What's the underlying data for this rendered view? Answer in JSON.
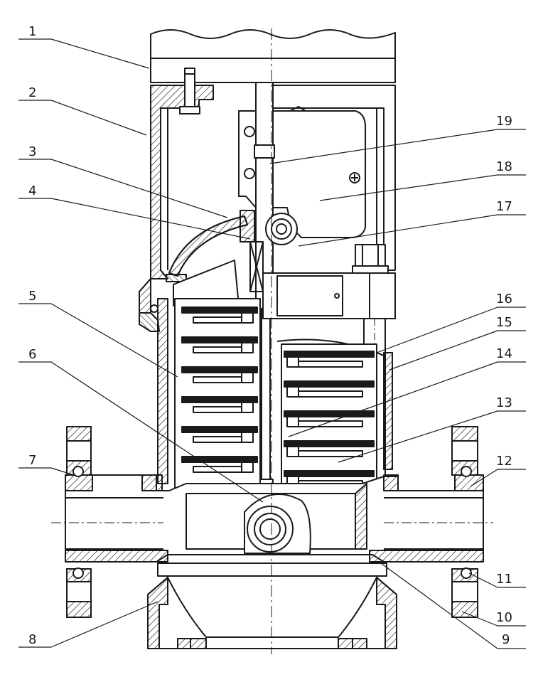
{
  "callouts": [
    {
      "id": "1",
      "label": "1"
    },
    {
      "id": "2",
      "label": "2"
    },
    {
      "id": "3",
      "label": "3"
    },
    {
      "id": "4",
      "label": "4"
    },
    {
      "id": "5",
      "label": "5"
    },
    {
      "id": "6",
      "label": "6"
    },
    {
      "id": "7",
      "label": "7"
    },
    {
      "id": "8",
      "label": "8"
    },
    {
      "id": "9",
      "label": "9"
    },
    {
      "id": "10",
      "label": "10"
    },
    {
      "id": "11",
      "label": "11"
    },
    {
      "id": "12",
      "label": "12"
    },
    {
      "id": "13",
      "label": "13"
    },
    {
      "id": "14",
      "label": "14"
    },
    {
      "id": "15",
      "label": "15"
    },
    {
      "id": "16",
      "label": "16"
    },
    {
      "id": "17",
      "label": "17"
    },
    {
      "id": "18",
      "label": "18"
    },
    {
      "id": "19",
      "label": "19"
    }
  ],
  "colors": {
    "line": "#1a1a1a",
    "background": "#ffffff"
  }
}
